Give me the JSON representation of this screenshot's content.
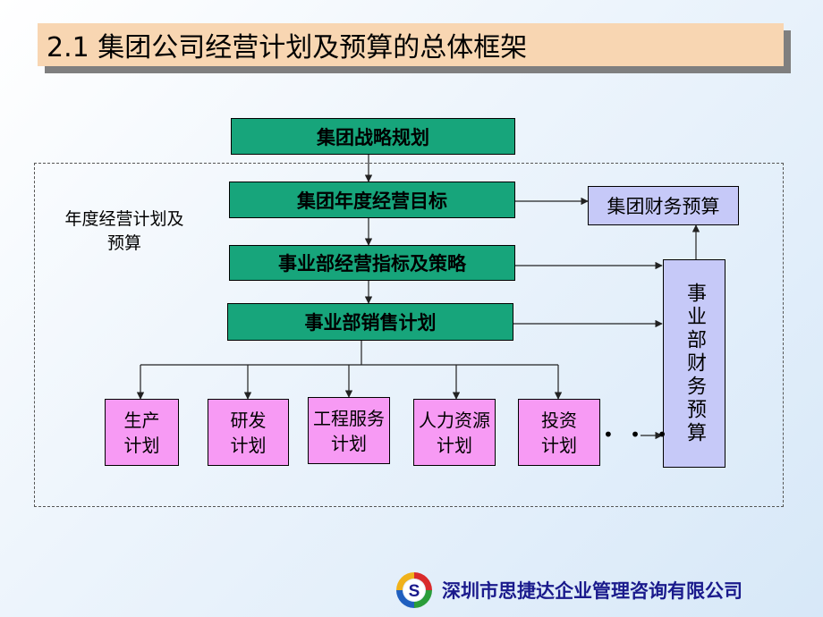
{
  "title": "2.1 集团公司经营计划及预算的总体框架",
  "side_note": "年度经营计划及预算",
  "boxes": {
    "strategy": "集团战略规划",
    "annual_goal": "集团年度经营目标",
    "division_kpi": "事业部经营指标及策略",
    "division_sales": "事业部销售计划",
    "group_budget": "集团财务预算",
    "division_budget": "事业部财务预算"
  },
  "plans": [
    "生产\n计划",
    "研发\n计划",
    "工程服务\n计划",
    "人力资源\n计划",
    "投资\n计划"
  ],
  "ellipsis": "• • •",
  "company": "深圳市思捷达企业管理咨询有限公司",
  "logo_letter": "S"
}
